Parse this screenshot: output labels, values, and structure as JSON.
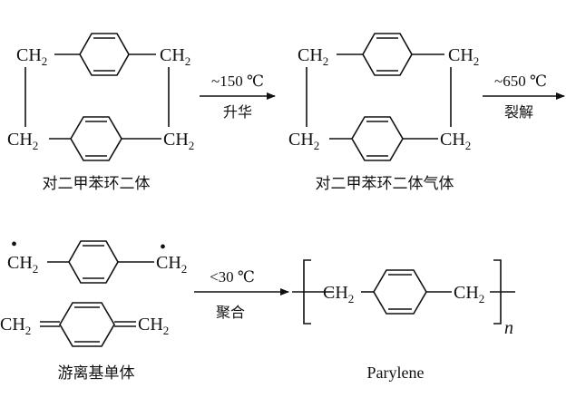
{
  "diagram": {
    "groups": {
      "ch2": "CH",
      "sub2": "2",
      "n": "n"
    },
    "captions": {
      "dimer": "对二甲苯环二体",
      "dimer_gas": "对二甲苯环二体气体",
      "monomer": "游离基单体",
      "parylene": "Parylene"
    },
    "steps": [
      {
        "temp": "~150 ℃",
        "process": "升华"
      },
      {
        "temp": "~650 ℃",
        "process": "裂解"
      },
      {
        "temp": "<30 ℃",
        "process": "聚合"
      }
    ],
    "radical_dot": "•"
  }
}
